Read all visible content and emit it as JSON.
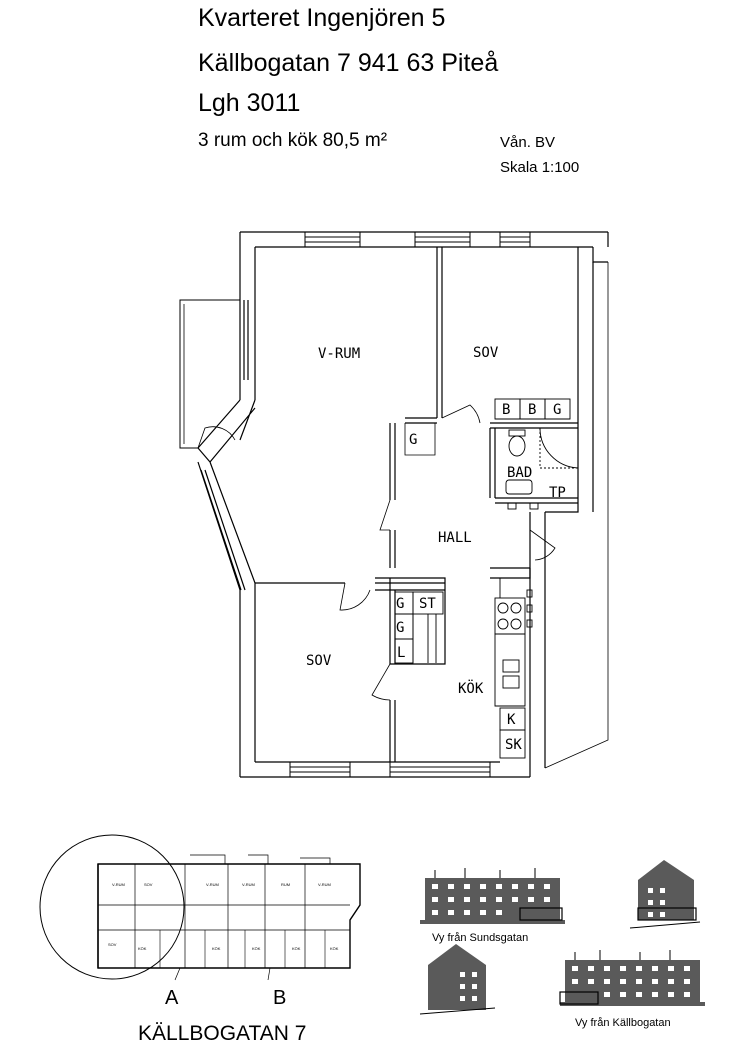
{
  "header": {
    "block": "Kvarteret Ingenjören 5",
    "address": "Källbogatan 7  941 63 Piteå",
    "apartment": "Lgh 3011",
    "size": "3 rum och kök 80,5 m²",
    "floor": "Vån. BV",
    "scale": "Skala 1:100"
  },
  "rooms": {
    "living": "V-RUM",
    "bed1": "SOV",
    "bed2": "SOV",
    "bath": "BAD",
    "hall": "HALL",
    "kitchen": "KÖK"
  },
  "fixtures": {
    "b1": "B",
    "b2": "B",
    "g_bath": "G",
    "g_hall": "G",
    "tp": "TP",
    "g1": "G",
    "g2": "G",
    "l": "L",
    "st": "ST",
    "k": "K",
    "sk": "SK"
  },
  "keymap": {
    "rooms": [
      "V-RUM",
      "SOV",
      "V-RUM",
      "V-RUM",
      "RUM",
      "V-RUM",
      "SOV",
      "KÖK",
      "KÖK",
      "KÖK",
      "KÖK",
      "KÖK"
    ],
    "entrance_a": "A",
    "entrance_b": "B",
    "street": "KÄLLBOGATAN 7"
  },
  "elevations": {
    "sund": "Vy från Sundsgatan",
    "kall": "Vy från Källbogatan"
  },
  "colors": {
    "ink": "#000000",
    "facade": "#5a5a5a",
    "paper": "#ffffff"
  }
}
